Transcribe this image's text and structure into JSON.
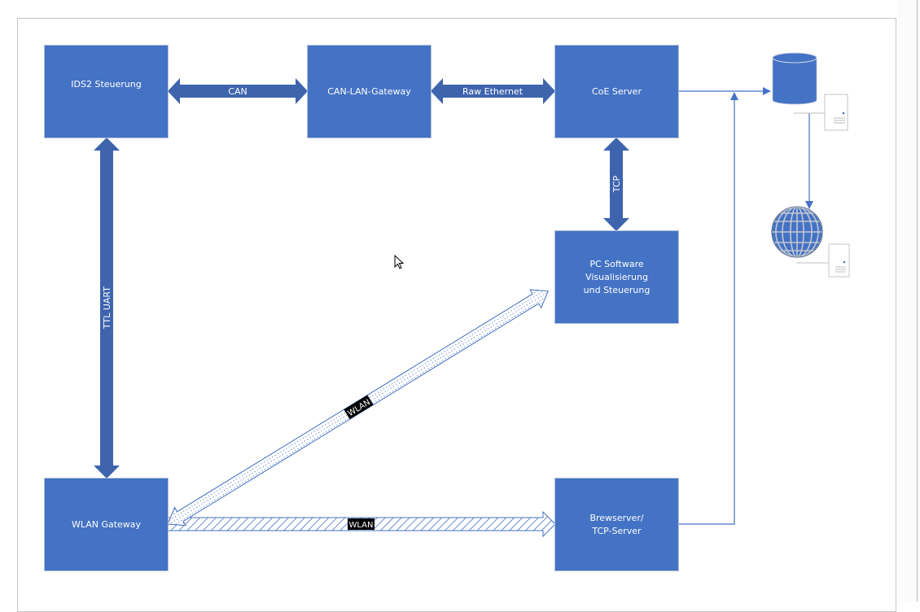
{
  "diagram": {
    "nodes": {
      "ids2": {
        "label": "IDS2 Steuerung"
      },
      "can_lan_gateway": {
        "label": "CAN-LAN-Gateway"
      },
      "coe_server": {
        "label": "CoE Server"
      },
      "pc_software": {
        "label": "PC Software\nVisualisierung\nund Steuerung"
      },
      "wlan_gateway": {
        "label": "WLAN Gateway"
      },
      "brewserver": {
        "label": "Brewserver/\nTCP-Server"
      }
    },
    "connections": {
      "can": {
        "label": "CAN",
        "from": "IDS2 Steuerung",
        "to": "CAN-LAN-Gateway",
        "style": "double-arrow"
      },
      "raw_ethernet": {
        "label": "Raw Ethernet",
        "from": "CAN-LAN-Gateway",
        "to": "CoE Server",
        "style": "double-arrow"
      },
      "tcp": {
        "label": "TCP",
        "from": "CoE Server",
        "to": "PC Software",
        "style": "double-arrow"
      },
      "ttl_uart": {
        "label": "TTL UART",
        "from": "IDS2 Steuerung",
        "to": "WLAN Gateway",
        "style": "double-arrow"
      },
      "wlan_diagonal": {
        "label": "WLAN",
        "from": "WLAN Gateway",
        "to": "PC Software",
        "style": "dotted-double-arrow"
      },
      "wlan_horizontal": {
        "label": "WLAN",
        "from": "WLAN Gateway",
        "to": "Brewserver/TCP-Server",
        "style": "hatched-arrow"
      }
    },
    "icons": [
      "database-icon",
      "server-icon",
      "globe-icon",
      "server-icon"
    ],
    "colors": {
      "node_fill": "#4472c4",
      "arrow_fill": "#3e64ad",
      "line": "#4472c4",
      "wlan_label_bg": "#000000"
    }
  }
}
